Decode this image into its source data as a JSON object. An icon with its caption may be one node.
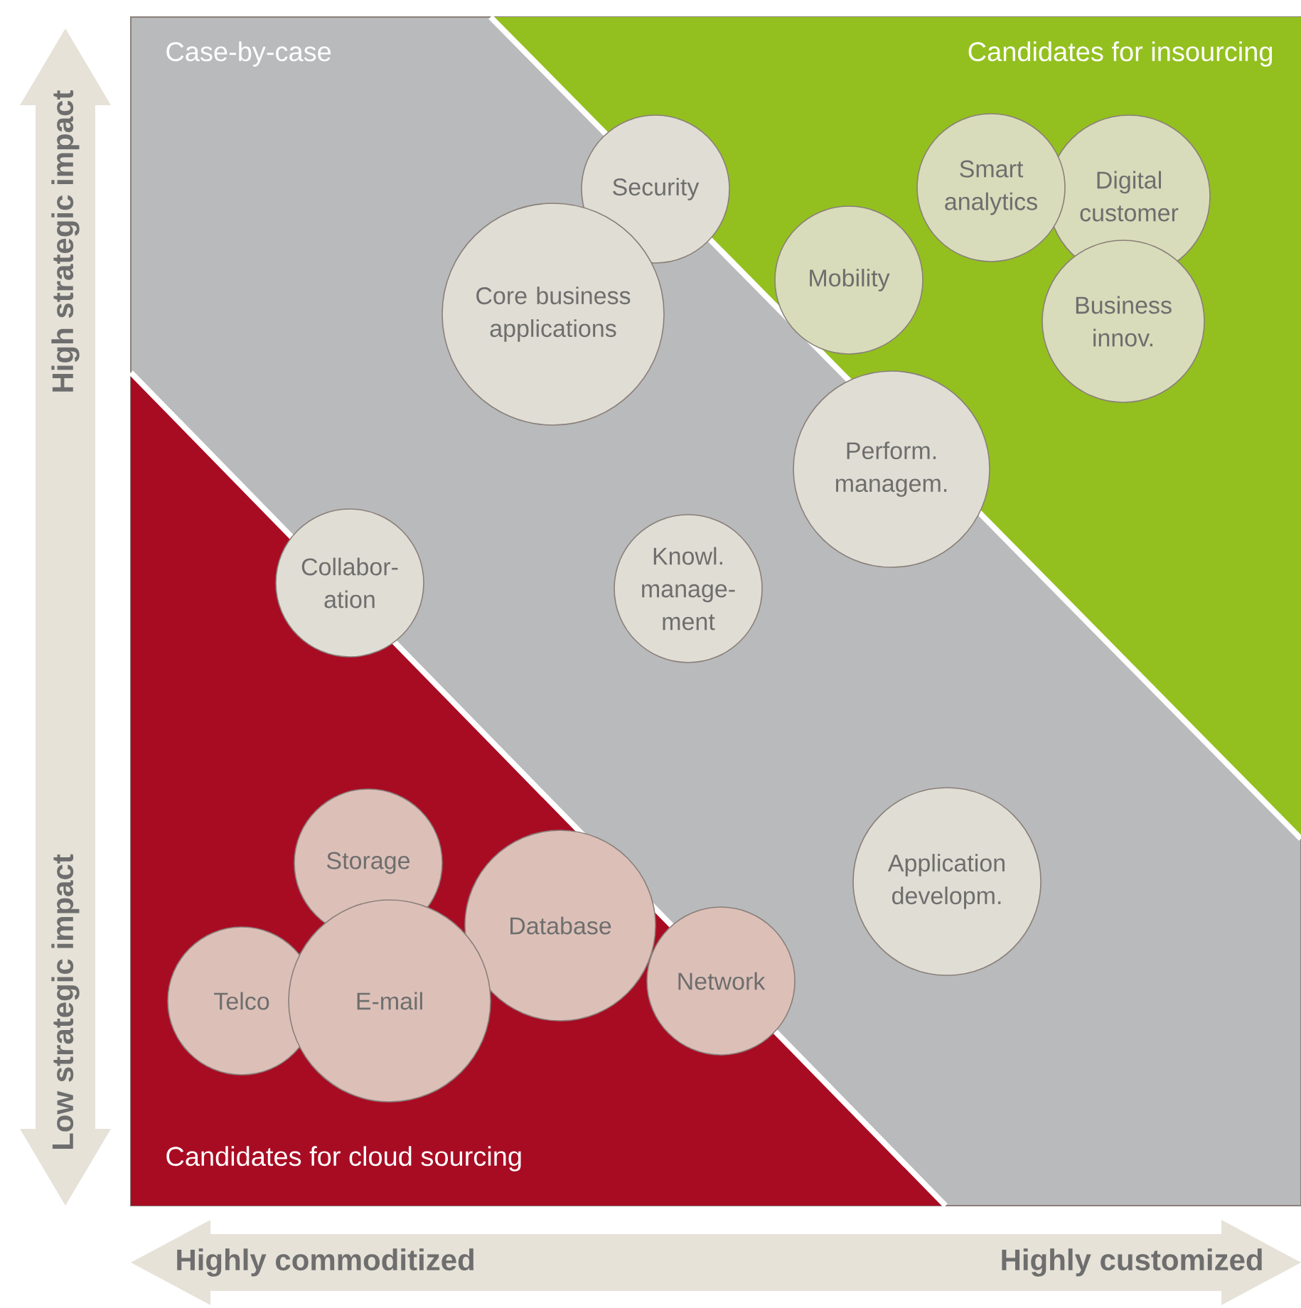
{
  "diagram": {
    "nodes": [
      {
        "text": [
          "Case-by-case"
        ]
      },
      {
        "text": [
          "Candidates for insourcing"
        ],
        "in": 0
      },
      {
        "text": [
          "Candidates for cloud sourcing"
        ],
        "in": 0
      },
      {
        "text": [
          "Security"
        ],
        "in": 0
      },
      {
        "text": [
          "Core business applications"
        ],
        "in": 0
      },
      {
        "text": [
          "Mobility"
        ],
        "in": 1
      },
      {
        "text": [
          "Smart analytics"
        ],
        "in": 1
      },
      {
        "text": [
          "Digital customer"
        ],
        "in": 1
      },
      {
        "text": [
          "Business innov."
        ],
        "in": 1
      },
      {
        "text": [
          "Perform. managem."
        ],
        "in": 0
      },
      {
        "text": [
          "Collabor- ation"
        ],
        "in": 0
      },
      {
        "text": [
          "Knowl. manage- ment"
        ],
        "in": 0
      },
      {
        "text": [
          "Storage"
        ],
        "in": 2
      },
      {
        "text": [
          "Database"
        ],
        "in": 2
      },
      {
        "text": [
          "Telco"
        ],
        "in": 2
      },
      {
        "text": [
          "E-mail"
        ],
        "in": 2
      },
      {
        "text": [
          "Network"
        ],
        "in": 2
      },
      {
        "text": [
          "Application developm."
        ],
        "in": 0
      }
    ],
    "labels": [
      "High strategic impact",
      "Low strategic impact",
      "Highly commoditized",
      "Highly customized"
    ]
  }
}
